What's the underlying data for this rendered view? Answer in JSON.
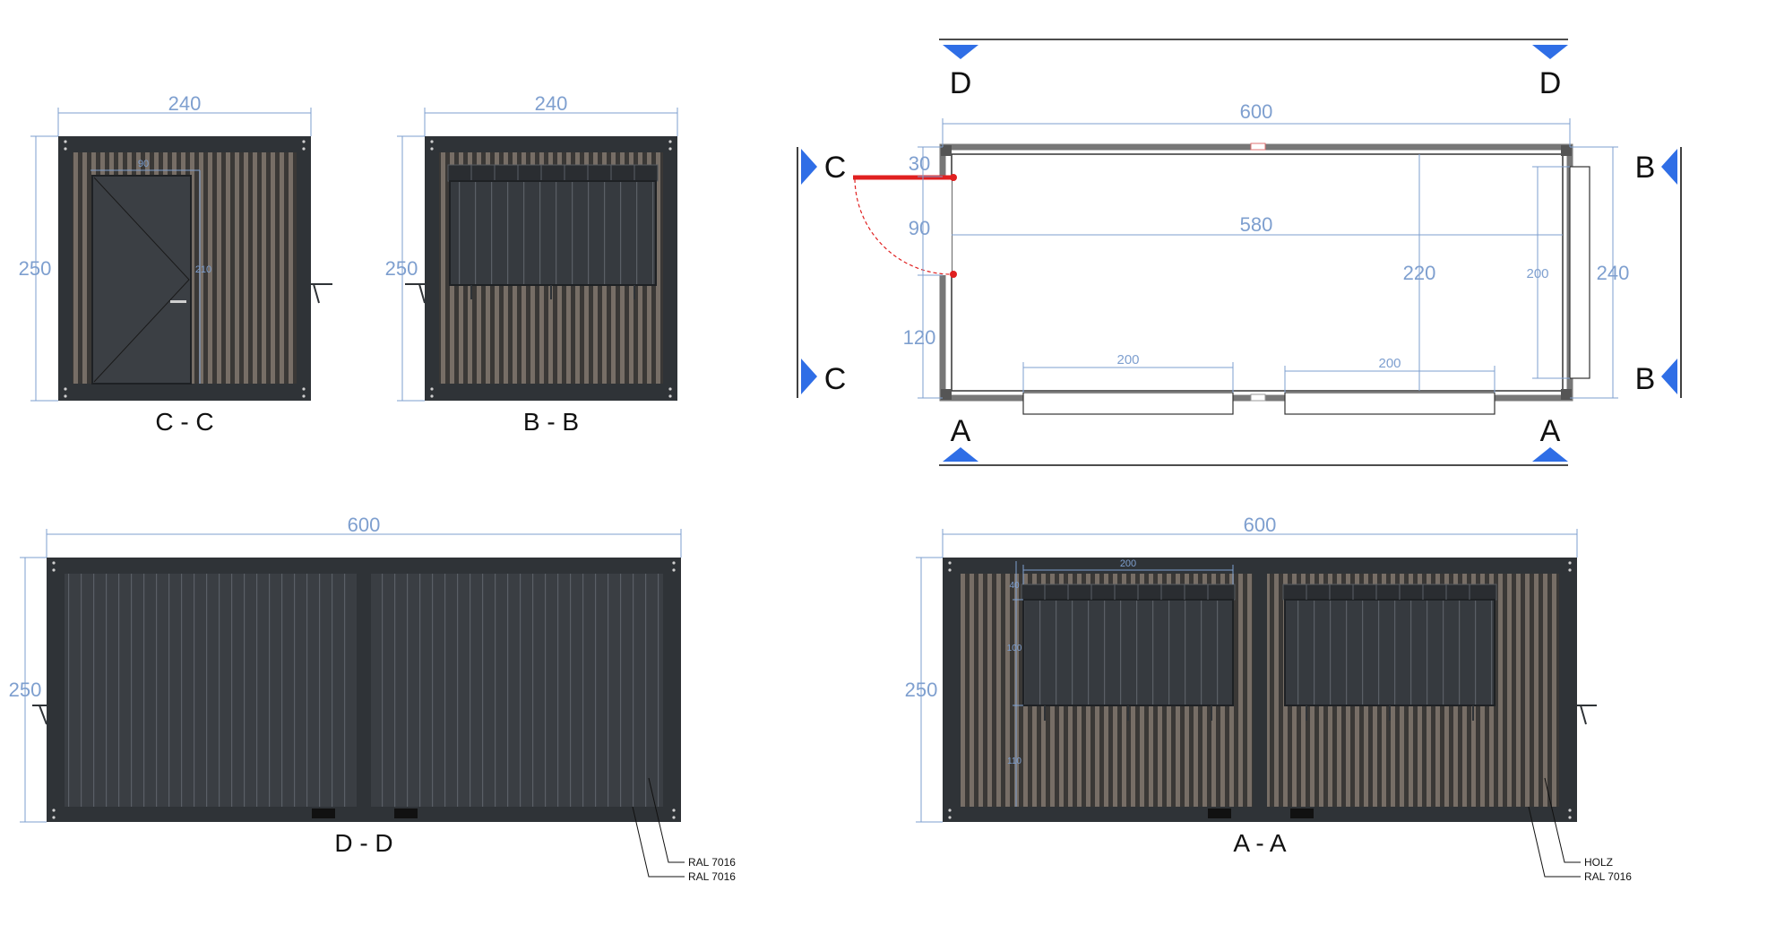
{
  "colors": {
    "frame": "#2f3337",
    "panel": "#3b3f44",
    "wood": "#6f6760",
    "wood_dark": "#2c2c2c",
    "dimension": "#7e9fcf",
    "door_swing": "#e02020",
    "marker": "#2f6ee6",
    "text": "#111111"
  },
  "views": {
    "cc": {
      "title": "C - C",
      "width": "240",
      "height": "250",
      "door_width": "90",
      "door_height": "210"
    },
    "bb": {
      "title": "B - B",
      "width": "240",
      "height": "250"
    },
    "plan": {
      "length": "600",
      "inner_length": "580",
      "inner_width": "220",
      "width": "240",
      "left_top": "30",
      "left_door": "90",
      "left_bottom": "120",
      "window_a1": "200",
      "window_a2": "200",
      "window_b": "200",
      "markers": {
        "a_left": "A",
        "a_right": "A",
        "b_top": "B",
        "b_bottom": "B",
        "c_top": "C",
        "c_bottom": "C",
        "d_left": "D",
        "d_right": "D"
      }
    },
    "dd": {
      "title": "D - D",
      "length": "600",
      "height": "250",
      "note_1": "RAL 7016",
      "note_2": "RAL 7016"
    },
    "aa": {
      "title": "A - A",
      "length": "600",
      "height": "250",
      "window_width": "200",
      "dim_top": "40",
      "dim_window": "100",
      "dim_bottom": "110",
      "note_1": "HOLZ",
      "note_2": "RAL 7016"
    }
  }
}
